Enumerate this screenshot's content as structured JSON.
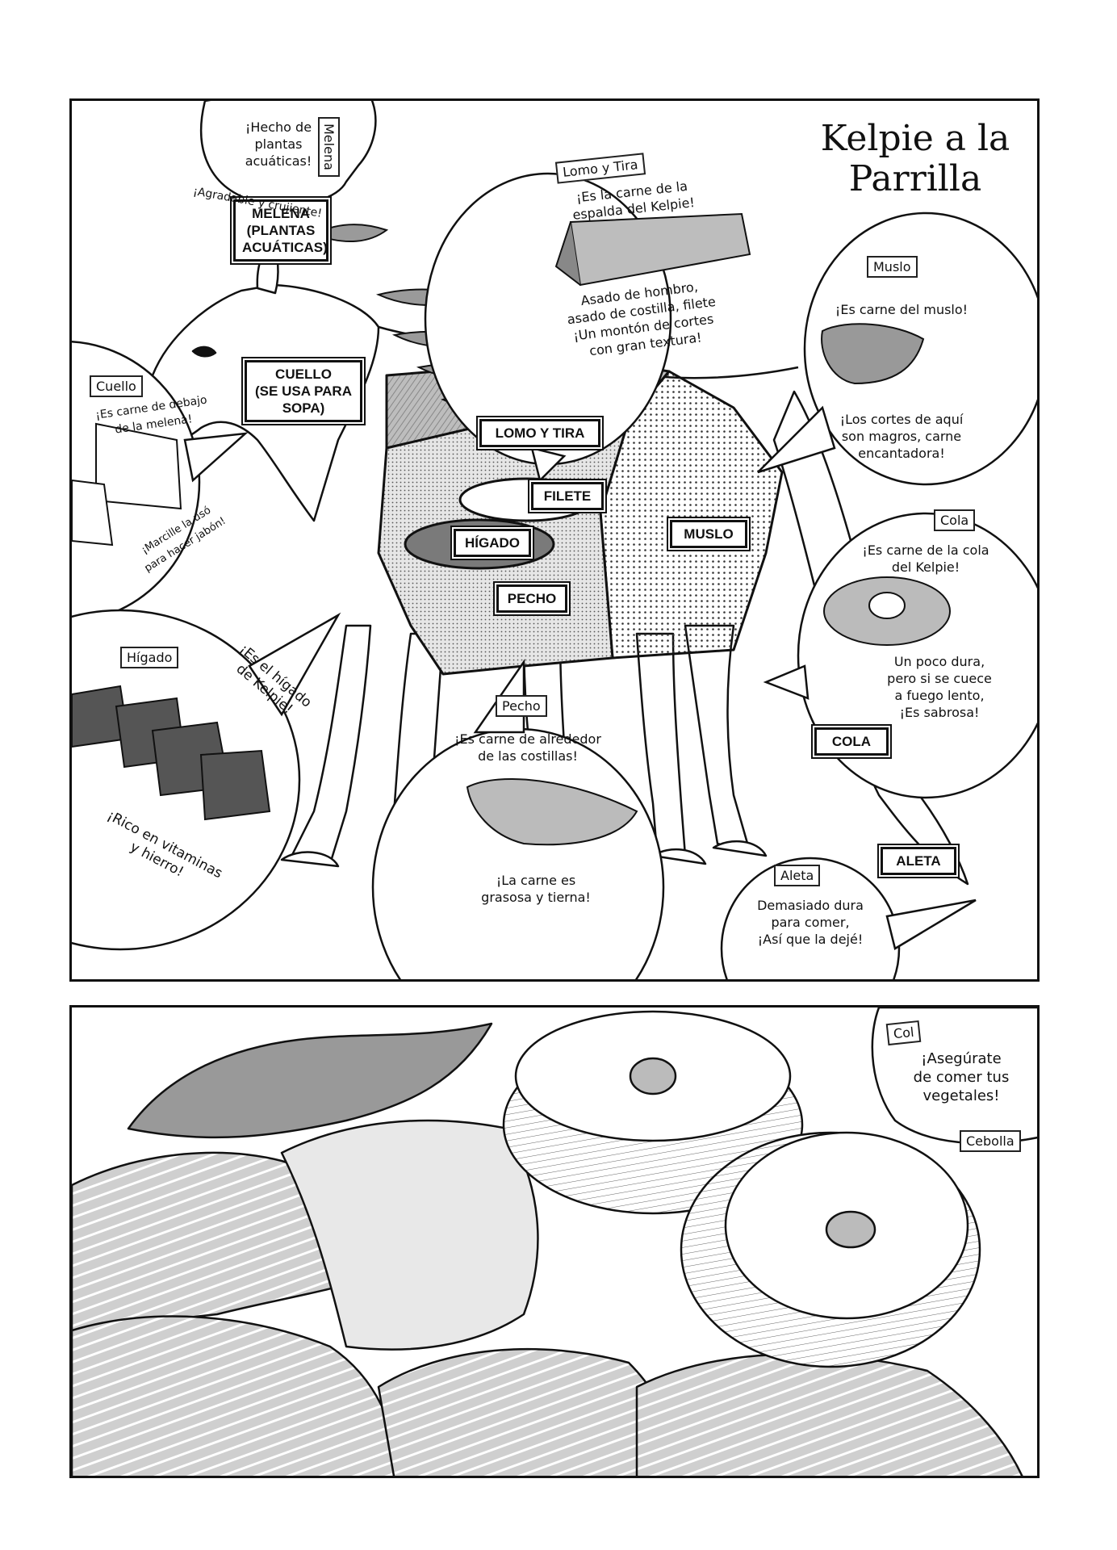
{
  "title": "Kelpie a la\nParrilla",
  "labels": {
    "melena": "MELENA\n(PLANTAS\nACUÁTICAS)",
    "cuello": "CUELLO\n(SE USA PARA\nSOPA)",
    "lomo": "LOMO Y TIRA",
    "filete": "FILETE",
    "higado": "HÍGADO",
    "muslo": "MUSLO",
    "pecho": "PECHO",
    "cola": "COLA",
    "aleta": "ALETA"
  },
  "bubbles": {
    "melena": {
      "tag": "Melena",
      "text1": "¡Hecho de\nplantas\nacuáticas!",
      "text2": "¡Agradable y crujiente!"
    },
    "lomo": {
      "tag": "Lomo y Tira",
      "text1": "¡Es la carne de la\nespalda del Kelpie!",
      "text2": "Asado de hombro,\nasado de costilla, filete\n¡Un montón de cortes\ncon gran textura!"
    },
    "muslo": {
      "tag": "Muslo",
      "text1": "¡Es carne del muslo!",
      "text2": "¡Los cortes de aquí\nson magros, carne\nencantadora!"
    },
    "cuello": {
      "tag": "Cuello",
      "text1": "¡Es carne de debajo\nde la melena!",
      "text2": "¡Marcille la usó\npara hacer jabón!"
    },
    "cola": {
      "tag": "Cola",
      "text1": "¡Es carne de la cola\ndel Kelpie!",
      "text2": "Un poco dura,\npero si se cuece\na fuego lento,\n¡Es sabrosa!"
    },
    "higado": {
      "tag": "Hígado",
      "text1": "¡Es el hígado\nde Kelpie!",
      "text2": "¡Rico en vitaminas\ny hierro!"
    },
    "pecho": {
      "tag": "Pecho",
      "text1": "¡Es carne de alrededor\nde las costillas!",
      "text2": "¡La carne es\ngrasosa y tierna!"
    },
    "aleta": {
      "tag": "Aleta",
      "text1": "Demasiado dura\npara comer,\n¡Así que la dejé!"
    },
    "col": {
      "tag": "Col",
      "text1": "¡Asegúrate\nde comer tus\nvegetales!"
    },
    "cebolla": {
      "tag": "Cebolla"
    }
  },
  "colors": {
    "ink": "#111111",
    "paper": "#ffffff",
    "halftone": "#c8c8c8",
    "dark": "#555555"
  }
}
